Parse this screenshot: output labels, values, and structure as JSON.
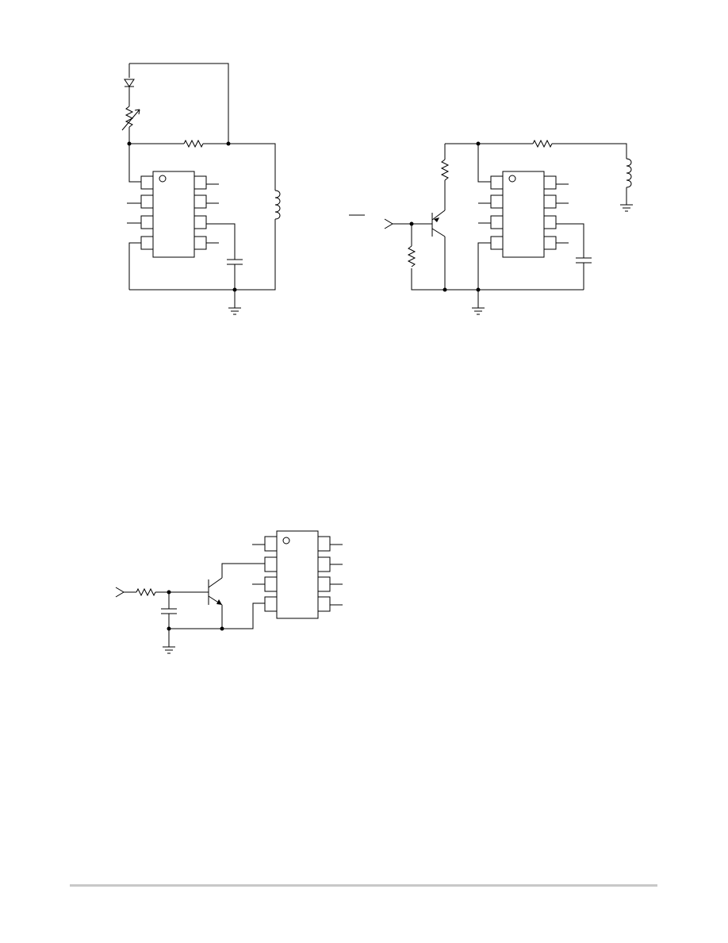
{
  "page": {
    "background": "#ffffff",
    "line_color": "#000000",
    "footer_rule_color": "#c8c8c8"
  },
  "figures": [
    {
      "id": "circuit-a",
      "components": [
        "diode",
        "variable-resistor",
        "resistor",
        "inductor",
        "capacitor",
        "ic-8-pin-dip",
        "ground"
      ]
    },
    {
      "id": "circuit-b",
      "components": [
        "input-arrow",
        "npn-transistor",
        "resistor",
        "resistor",
        "resistor",
        "inductor",
        "capacitor",
        "ic-8-pin-dip",
        "ground",
        "ground"
      ]
    },
    {
      "id": "circuit-c",
      "components": [
        "input-arrow",
        "resistor",
        "capacitor",
        "npn-transistor",
        "ic-8-pin-dip",
        "ground"
      ]
    }
  ]
}
